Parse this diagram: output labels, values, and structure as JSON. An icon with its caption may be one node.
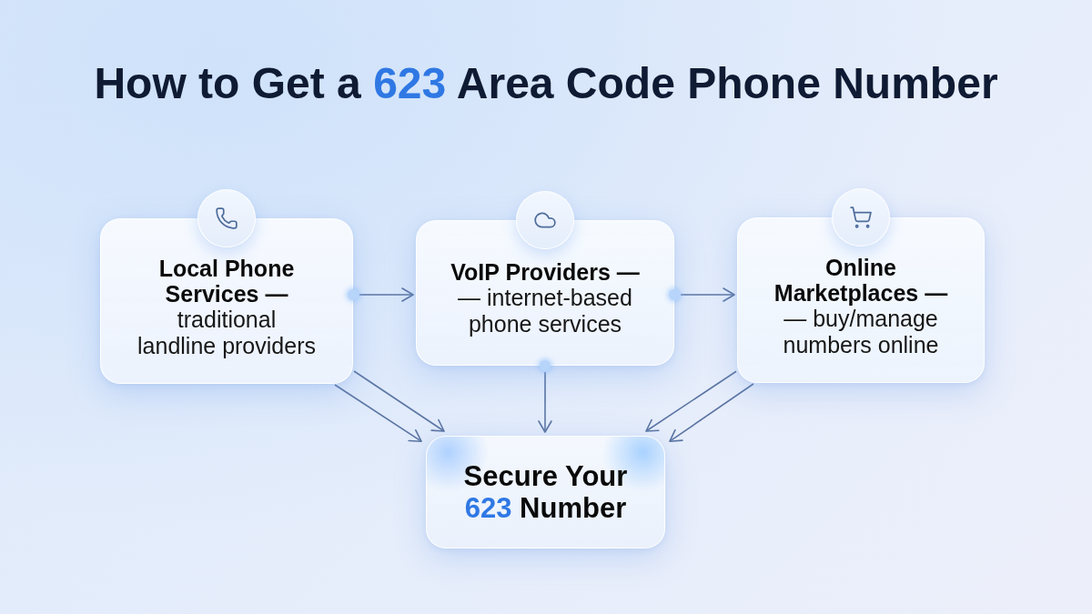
{
  "diagram": {
    "title": "How to Get a **623** Area Code Phone Number",
    "nodes": [
      {
        "text": [
          "Local Phone Services —",
          "traditional landline providers"
        ]
      },
      {
        "text": [
          "VoIP Providers —",
          "— internet-based phone services"
        ]
      },
      {
        "text": [
          "Online Marketplaces —",
          "— buy/manage numbers online"
        ]
      },
      {
        "text": [
          "Secure Your **623** Number"
        ]
      }
    ],
    "edges": [
      {
        "from": 0,
        "to": 1,
        "arrow": "to"
      },
      {
        "from": 1,
        "to": 2,
        "arrow": "to"
      },
      {
        "from": 0,
        "to": 3,
        "arrow": "to"
      },
      {
        "from": 0,
        "to": 3,
        "arrow": "to"
      },
      {
        "from": 1,
        "to": 3,
        "arrow": "to"
      },
      {
        "from": 2,
        "to": 3,
        "arrow": "to"
      },
      {
        "from": 2,
        "to": 3,
        "arrow": "to"
      }
    ]
  }
}
